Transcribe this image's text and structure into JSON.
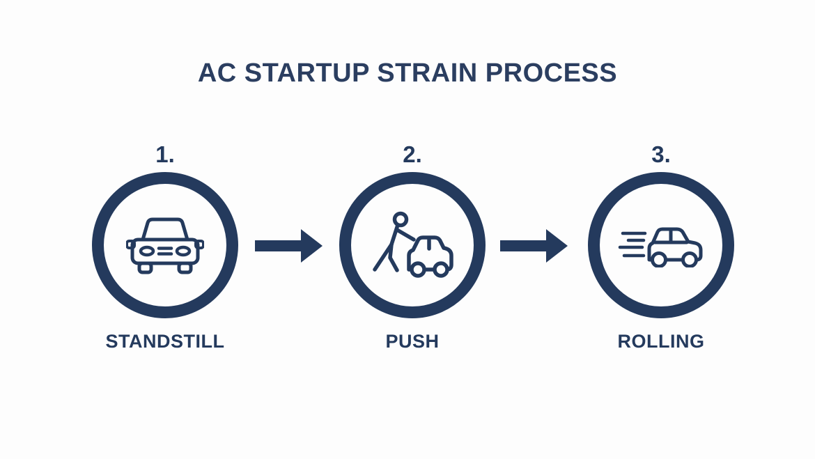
{
  "title": "AC STARTUP STRAIN PROCESS",
  "colors": {
    "navy": "#243a5d",
    "title_text": "#2b3e60",
    "background": "#fdfdfd"
  },
  "steps": [
    {
      "number": "1.",
      "label": "STANDSTILL",
      "icon": "car-front-icon"
    },
    {
      "number": "2.",
      "label": "PUSH",
      "icon": "person-pushing-car-icon"
    },
    {
      "number": "3.",
      "label": "ROLLING",
      "icon": "car-moving-icon"
    }
  ],
  "connectors": [
    {
      "icon": "arrow-right-icon"
    },
    {
      "icon": "arrow-right-icon"
    }
  ]
}
